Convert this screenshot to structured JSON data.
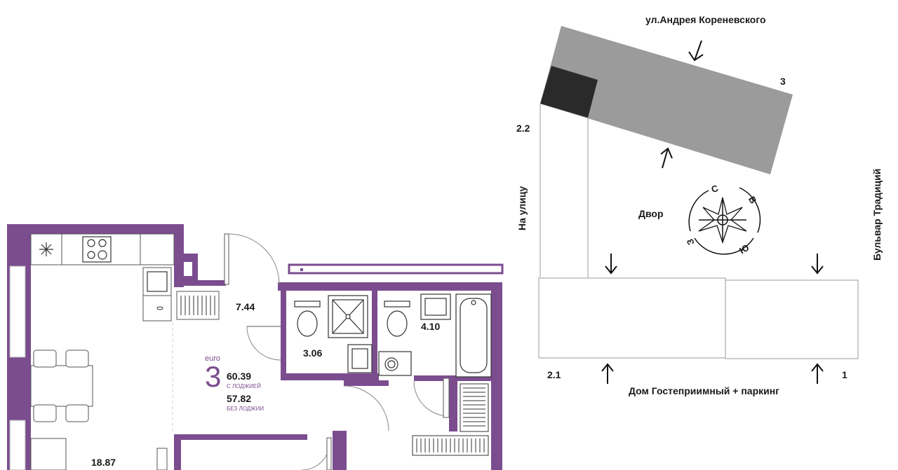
{
  "colors": {
    "wall": "#7b4d8f",
    "accent": "#7b4d8f",
    "building": "#9b9b9b",
    "building_dark": "#2a2a2a",
    "line": "#888888"
  },
  "apartment": {
    "type_prefix": "euro",
    "rooms": "3",
    "area_with_loggia": "60.39",
    "with_loggia_label": "С ЛОДЖИЕЙ",
    "area_without_loggia": "57.82",
    "without_loggia_label": "БЕЗ ЛОДЖИИ"
  },
  "rooms": {
    "hall": "7.44",
    "bath1": "3.06",
    "bath2": "4.10",
    "living": "18.87"
  },
  "site_plan": {
    "street_top": "ул.Андрея Кореневского",
    "street_bottom": "Дом Гостеприимный + паркинг",
    "street_left": "На улицу",
    "street_right": "Бульвар Традиций",
    "yard": "Двор",
    "building_3": "3",
    "building_2_2": "2.2",
    "building_2_1": "2.1",
    "building_1": "1",
    "compass": {
      "north": "С",
      "east": "В",
      "south": "Ю",
      "west": "З"
    }
  }
}
